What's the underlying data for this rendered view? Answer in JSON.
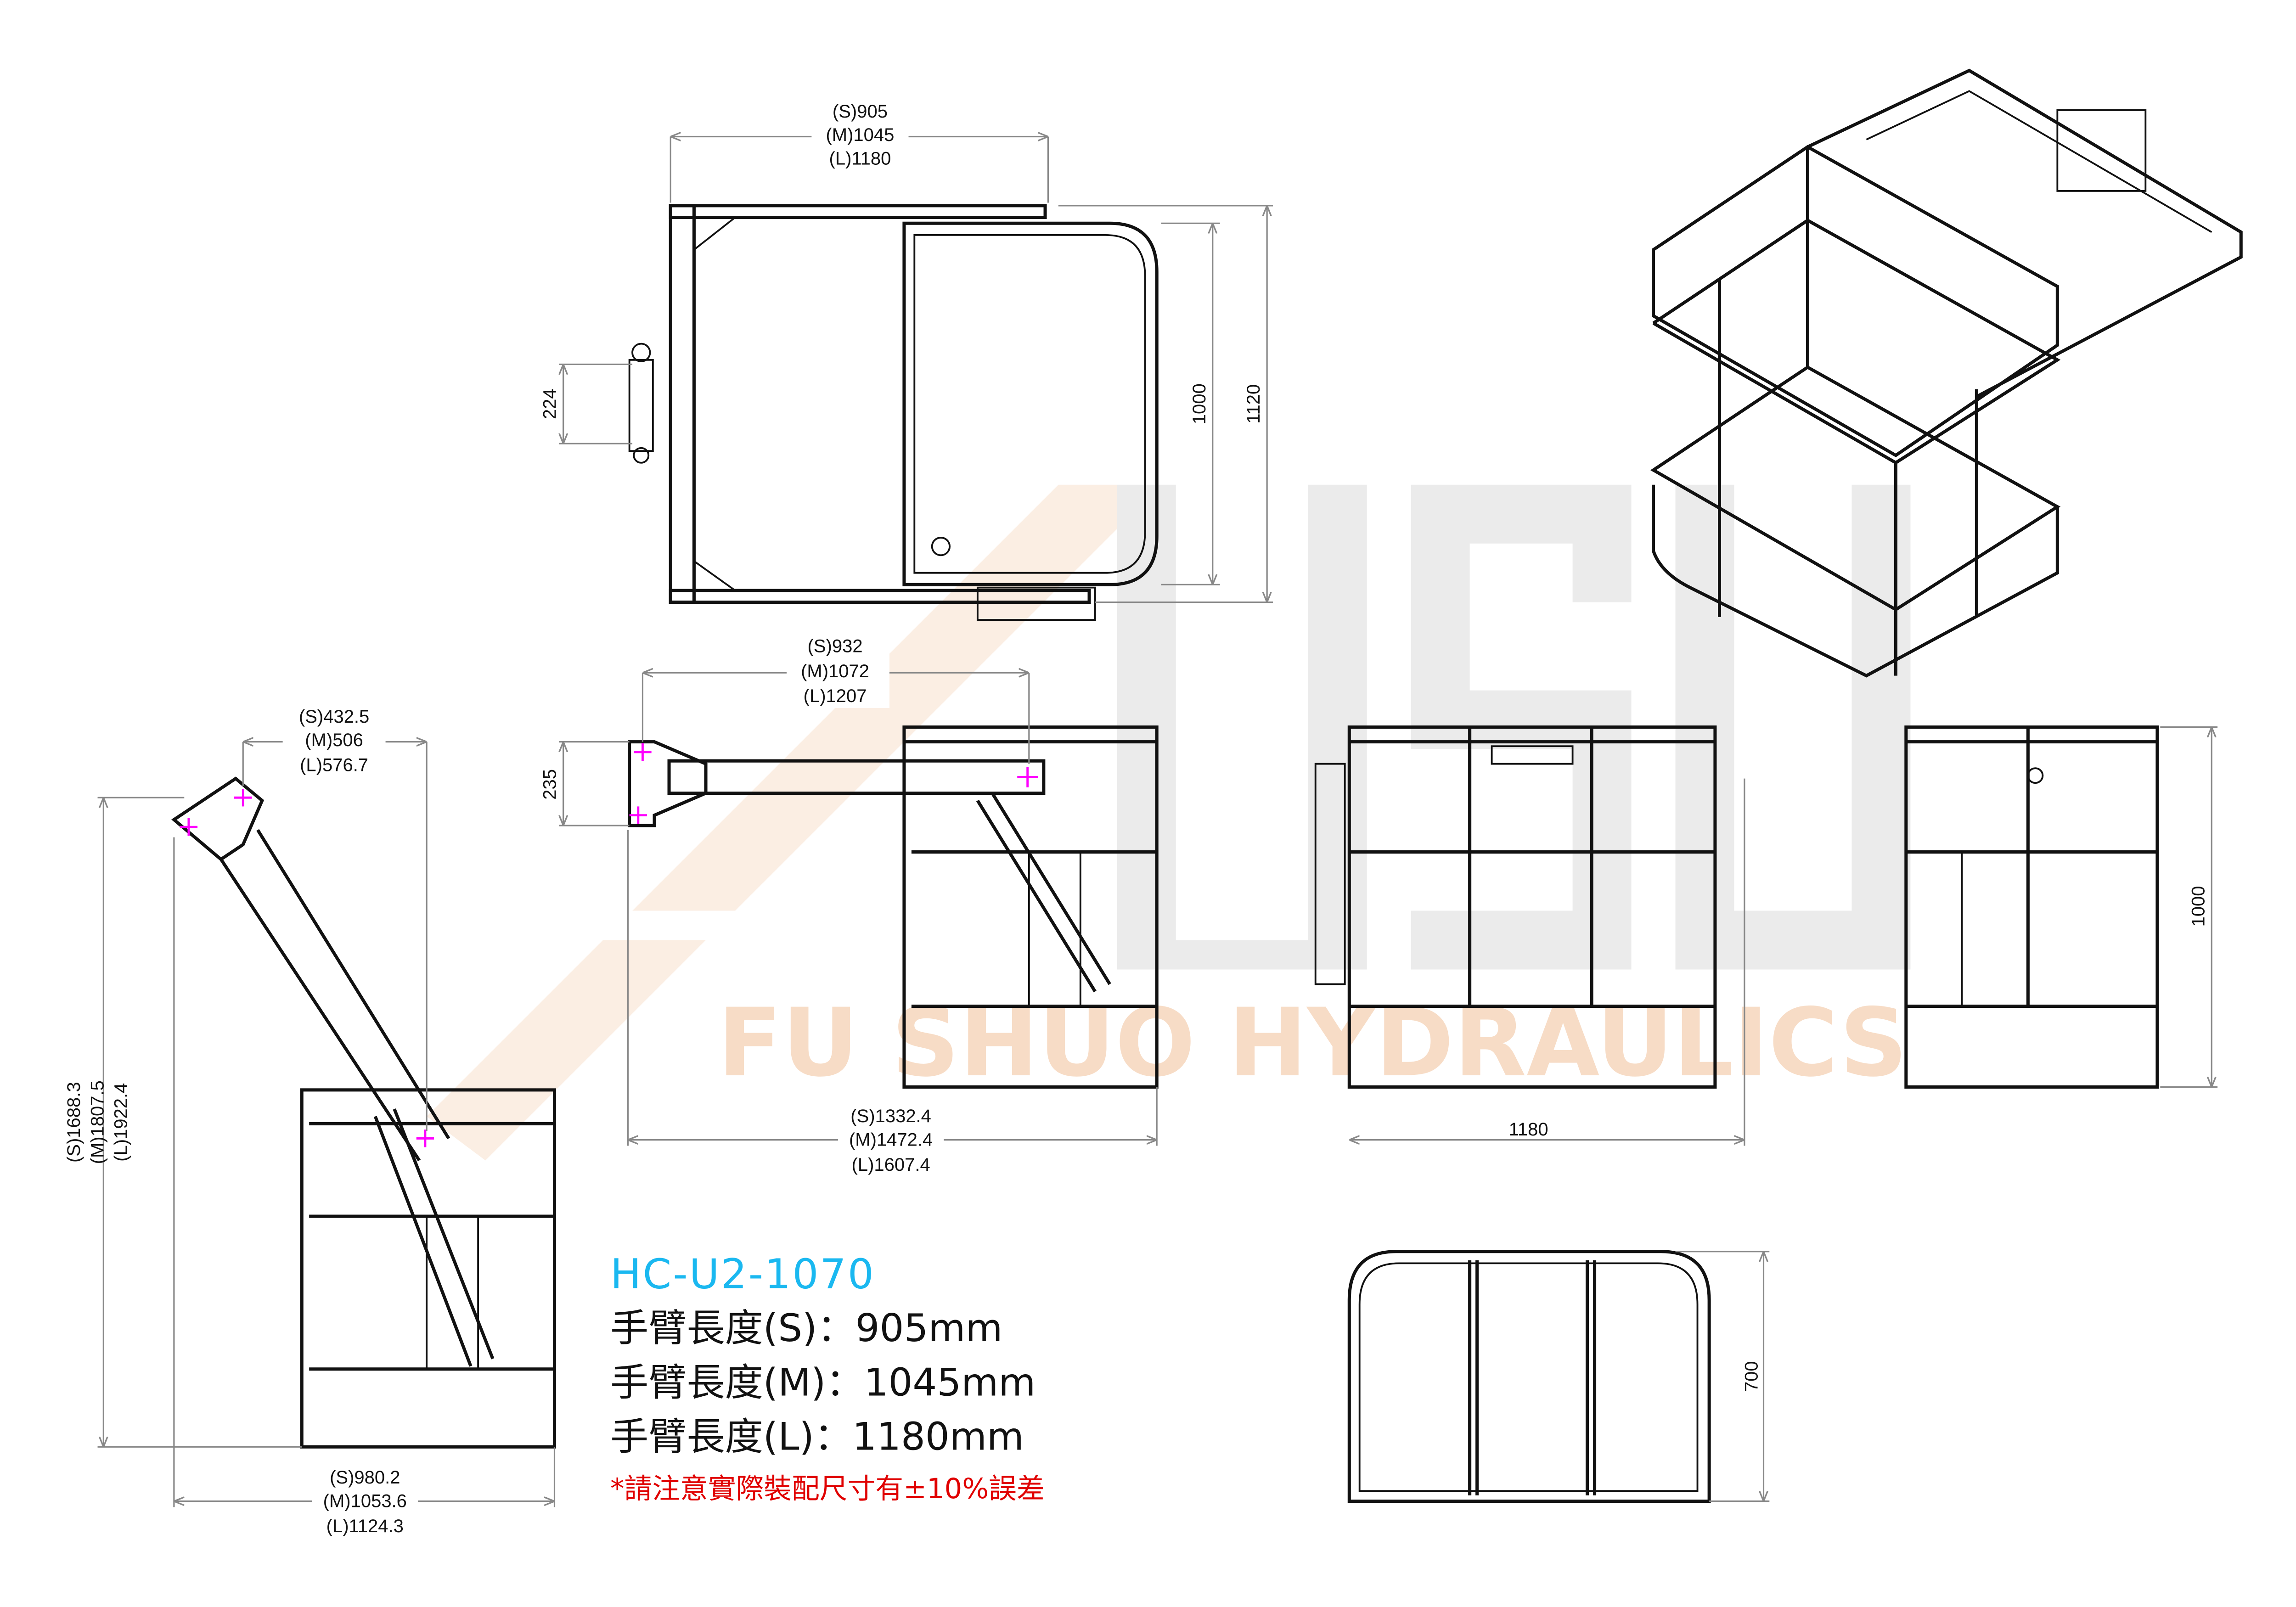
{
  "model": "HC-U2-1070",
  "specs": [
    "手臂長度(S)：905mm",
    "手臂長度(M)：1045mm",
    "手臂長度(L)：1180mm"
  ],
  "note": "*請注意實際裝配尺寸有±10%誤差",
  "watermark": "FU SHUO HYDRAULICS",
  "colors": {
    "title": "#1ab8f0",
    "note": "#e00000",
    "pin": "#ff00ff",
    "watermark": "#f7dcc6"
  },
  "dims": {
    "top_width": [
      "(S)905",
      "(M)1045",
      "(L)1180"
    ],
    "top_h_inner": "1000",
    "top_h_outer": "1120",
    "top_pin": "224",
    "arm_len": [
      "(S)932",
      "(M)1072",
      "(L)1207"
    ],
    "arm_bracket": "235",
    "mid_total": [
      "(S)1332.4",
      "(M)1472.4",
      "(L)1607.4"
    ],
    "left_reach": [
      "(S)432.5",
      "(M)506",
      "(L)576.7"
    ],
    "left_height": [
      "(S)1688.3",
      "(M)1807.5",
      "(L)1922.4"
    ],
    "left_total": [
      "(S)980.2",
      "(M)1053.6",
      "(L)1124.3"
    ],
    "side_width": "1180",
    "right_height": "1000",
    "plan_depth": "700"
  }
}
